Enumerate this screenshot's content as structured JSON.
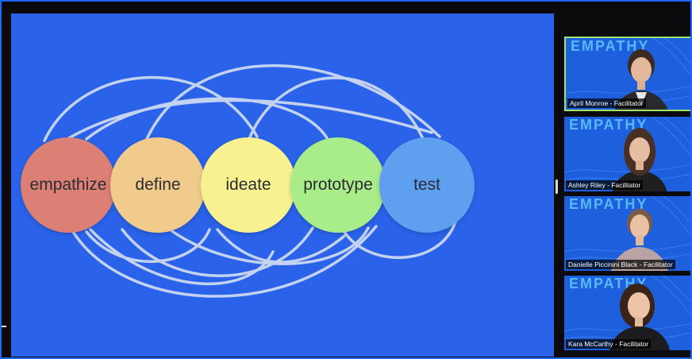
{
  "slide": {
    "stages": [
      {
        "label": "empathize",
        "color": "#dc7f74"
      },
      {
        "label": "define",
        "color": "#f1cb8b"
      },
      {
        "label": "ideate",
        "color": "#f7f18f"
      },
      {
        "label": "prototype",
        "color": "#a9ec8a"
      },
      {
        "label": "test",
        "color": "#5e9ff0"
      }
    ],
    "background": "#2a63ea"
  },
  "participants": [
    {
      "name": "April Monroe - Facilitator",
      "banner": "EMPATHY",
      "active": true
    },
    {
      "name": "Ashley Riley - Facilitator",
      "banner": "EMPATHY",
      "active": false
    },
    {
      "name": "Danielle Piccinini Black - Facilitator",
      "banner": "EMPATHY",
      "active": false
    },
    {
      "name": "Kara McCarthy - Facilitator",
      "banner": "EMPATHY",
      "active": false
    }
  ],
  "colors": {
    "share_border": "#1e66ff",
    "active_speaker": "#9ee46a",
    "banner_text": "#57b8f5"
  }
}
